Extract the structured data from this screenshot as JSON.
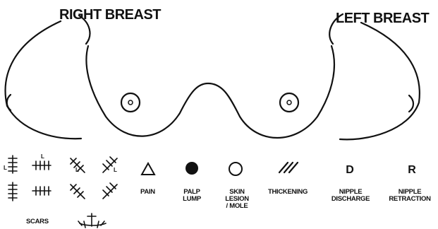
{
  "titles": {
    "right_breast": "RIGHT BREAST",
    "left_breast": "LEFT BREAST"
  },
  "scars": {
    "label": "SCARS",
    "mark_letter": "L"
  },
  "legend": {
    "pain": "PAIN",
    "palp_lump": [
      "PALP",
      "LUMP"
    ],
    "skin_lesion": [
      "SKIN",
      "LESION",
      "/ MOLE"
    ],
    "thickening": "THICKENING",
    "nipple_discharge": {
      "symbol": "D",
      "label": [
        "NIPPLE",
        "DISCHARGE"
      ]
    },
    "nipple_retraction": {
      "symbol": "R",
      "label": [
        "NIPPLE",
        "RETRACTION"
      ]
    }
  }
}
